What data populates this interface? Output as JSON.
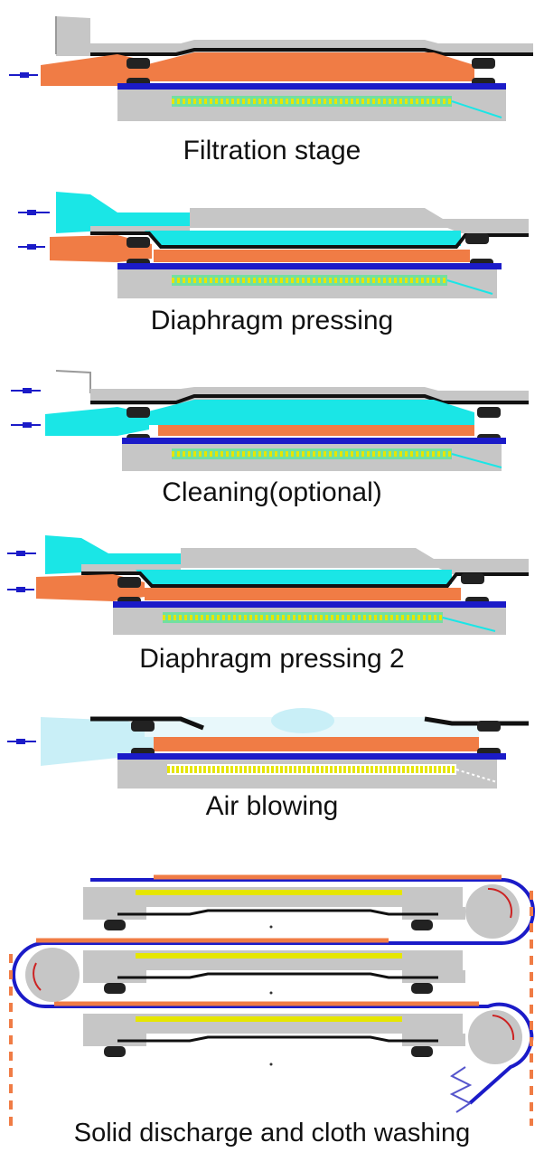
{
  "stages": [
    {
      "label": "Filtration stage"
    },
    {
      "label": "Diaphragm pressing"
    },
    {
      "label": "Cleaning(optional)"
    },
    {
      "label": "Diaphragm pressing 2"
    },
    {
      "label": "Air blowing"
    },
    {
      "label": "Solid discharge and cloth washing"
    }
  ],
  "colors": {
    "cake": "#f07c45",
    "water": "#1ae6e6",
    "air": "#c9eff7",
    "plate": "#c6c6c6",
    "cloth": "#1b1bc8",
    "grid": "#e6e600",
    "grid_bg": "#72e0a0",
    "outline": "#111111"
  }
}
